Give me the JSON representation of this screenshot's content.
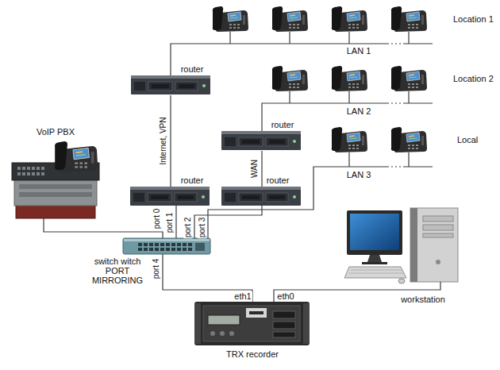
{
  "diagram": {
    "nodes": [
      {
        "text": [
          "router"
        ]
      },
      {
        "text": [
          "router"
        ]
      },
      {
        "text": [
          "VoIP PBX"
        ]
      },
      {
        "text": [
          "router"
        ]
      },
      {
        "text": [
          "router"
        ]
      },
      {
        "text": [
          "switch witch PORT MIRRORING"
        ]
      },
      {
        "text": [
          "TRX recorder"
        ]
      },
      {
        "text": [
          "workstation"
        ]
      }
    ],
    "edges": [
      {
        "from": 0,
        "to": 3,
        "label": "Internet, VPN",
        "arrow": "none"
      },
      {
        "from": 1,
        "to": 4,
        "label": "WAN",
        "arrow": "none"
      },
      {
        "from": 2,
        "to": 5,
        "label": "port 0",
        "arrow": "none"
      },
      {
        "from": 3,
        "to": 5,
        "label": "port 1",
        "arrow": "none"
      },
      {
        "from": 4,
        "to": 5,
        "label": "port 2",
        "arrow": "none"
      },
      {
        "from": 5,
        "to": 6,
        "label": "port 4",
        "arrow": "none"
      },
      {
        "from": 6,
        "to": 7,
        "label": "eth0",
        "arrow": "none"
      }
    ],
    "labels": [
      "Location 1",
      "LAN 1",
      "Location 2",
      "LAN 2",
      "Local",
      "LAN 3",
      "port 3",
      "eth1"
    ]
  }
}
